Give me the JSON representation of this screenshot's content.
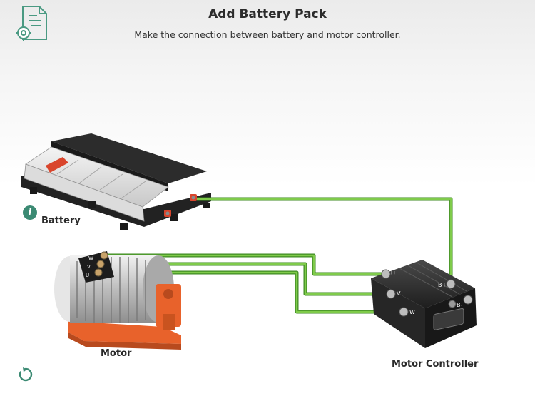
{
  "header": {
    "title": "Add Battery Pack",
    "instruction": "Make the connection between battery and motor controller."
  },
  "labels": {
    "battery": "Battery",
    "motor": "Motor",
    "motor_controller": "Motor Controller"
  },
  "terminals": {
    "controller_phase": [
      "U",
      "V",
      "W"
    ],
    "controller_power": [
      "B+",
      "B-"
    ],
    "motor_phase": [
      "W",
      "V",
      "U"
    ]
  },
  "icons": {
    "document": "document-settings-icon",
    "info": "info-icon",
    "reset": "reset-icon"
  },
  "colors": {
    "accent": "#3b8a73",
    "wire": "#6abd3f",
    "motor_mount": "#e8622b"
  }
}
